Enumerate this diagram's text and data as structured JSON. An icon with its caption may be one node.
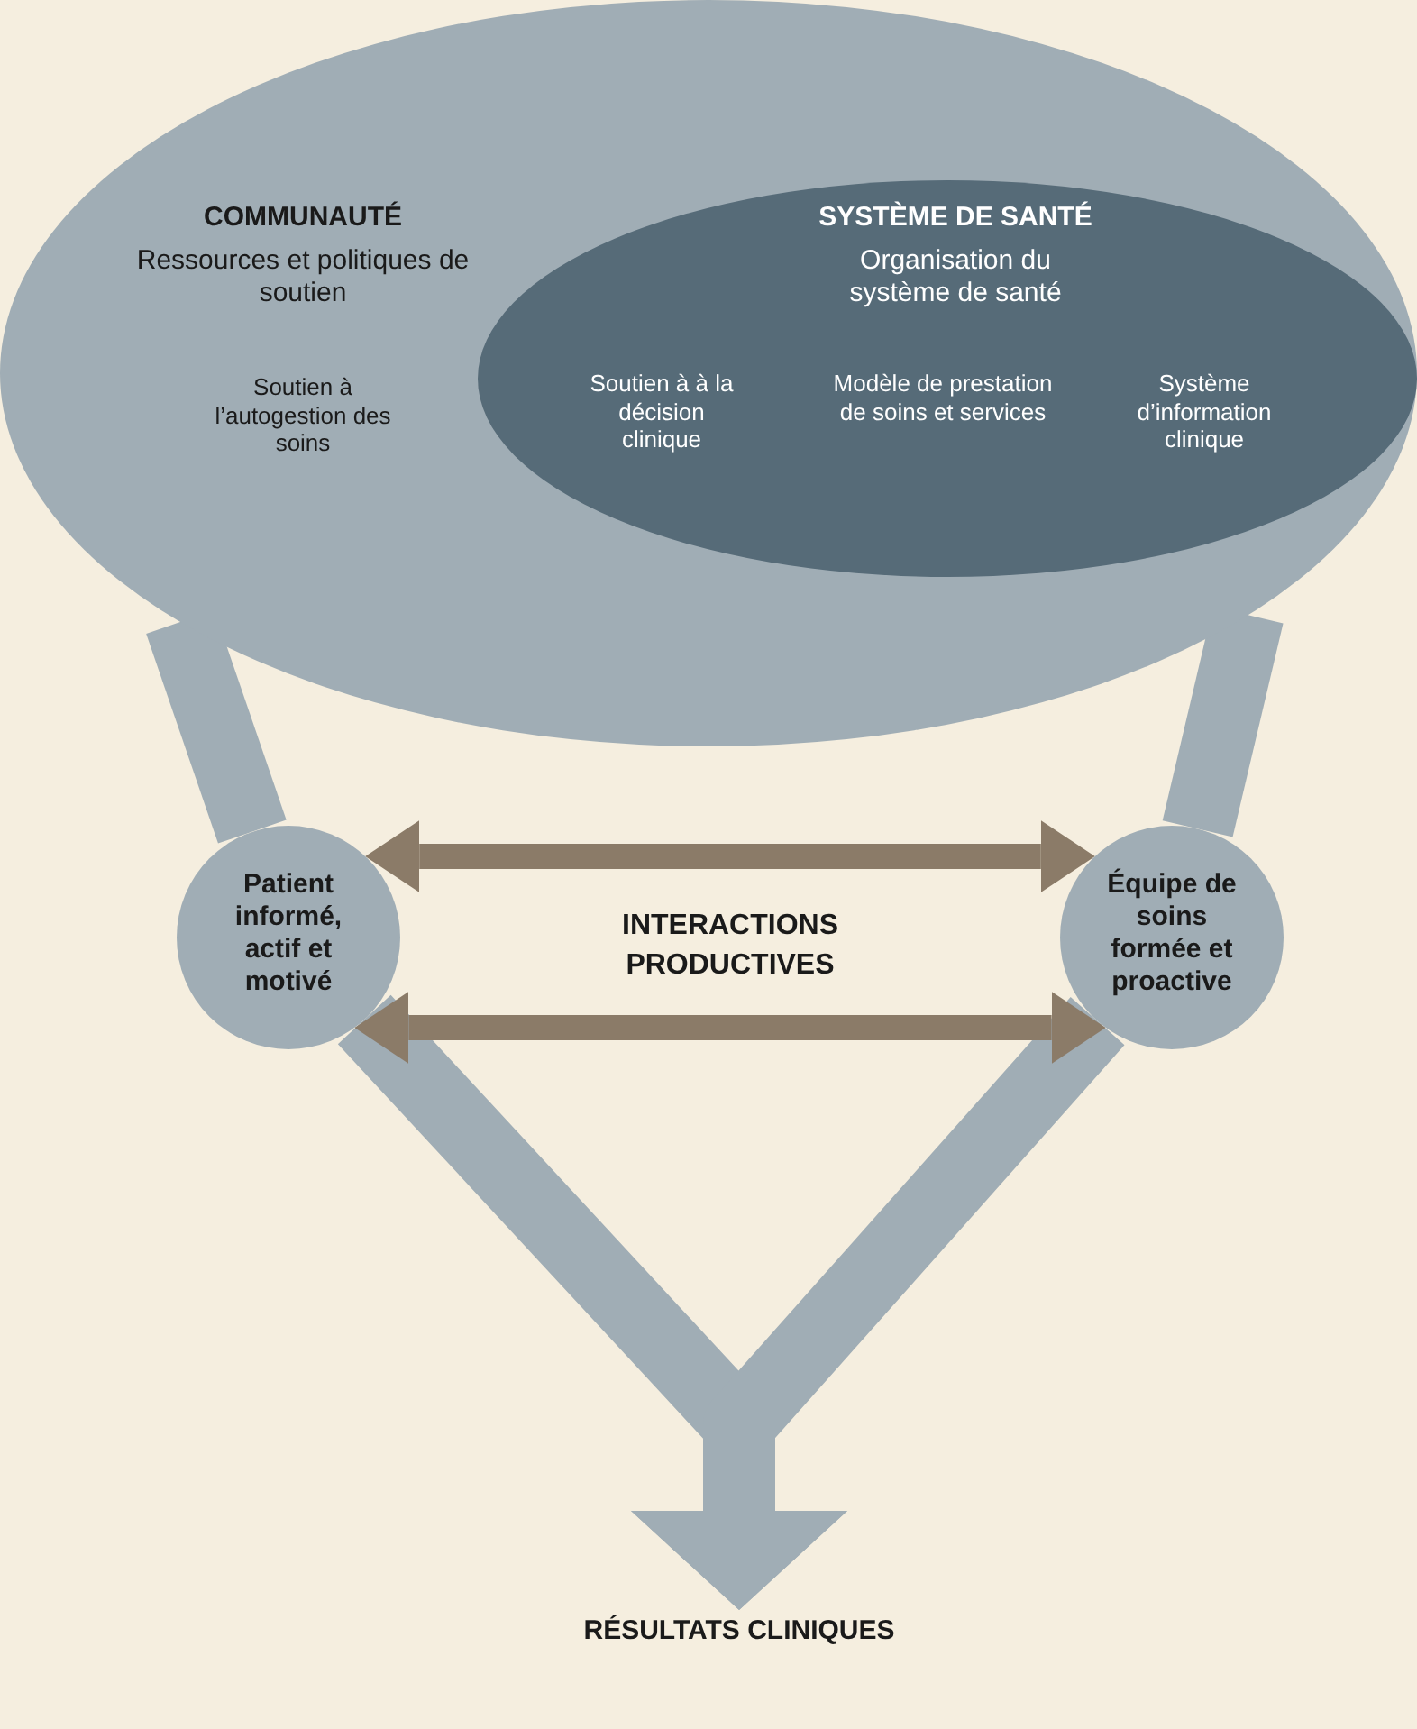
{
  "diagram": {
    "nodes": [
      {
        "text": [
          "COMMUNAUTÉ",
          "Ressources et politiques de soutien",
          "Soutien à l’autogestion des soins"
        ]
      },
      {
        "text": [
          "SYSTÈME DE SANTÉ",
          "Organisation du système de santé",
          "Soutien à à la décision clinique",
          "Modèle de prestation de soins et services",
          "Système d’information clinique"
        ],
        "in": 0
      },
      {
        "text": [
          "Patient informé, actif et motivé"
        ]
      },
      {
        "text": [
          "Équipe de soins formée et proactive"
        ]
      },
      {
        "text": [
          "RÉSULTATS CLINIQUES"
        ]
      }
    ],
    "edges": [
      {
        "from": 0,
        "to": 2,
        "arrow": "none"
      },
      {
        "from": 0,
        "to": 3,
        "arrow": "none"
      },
      {
        "from": 2,
        "to": 4,
        "arrow": "to"
      },
      {
        "from": 3,
        "to": 4,
        "arrow": "to"
      },
      {
        "from": 2,
        "to": 3,
        "arrow": "both",
        "color": "#8b7b68"
      },
      {
        "from": 2,
        "to": 3,
        "arrow": "both",
        "color": "#8b7b68"
      }
    ],
    "labels": [
      "INTERACTIONS PRODUCTIVES"
    ]
  }
}
